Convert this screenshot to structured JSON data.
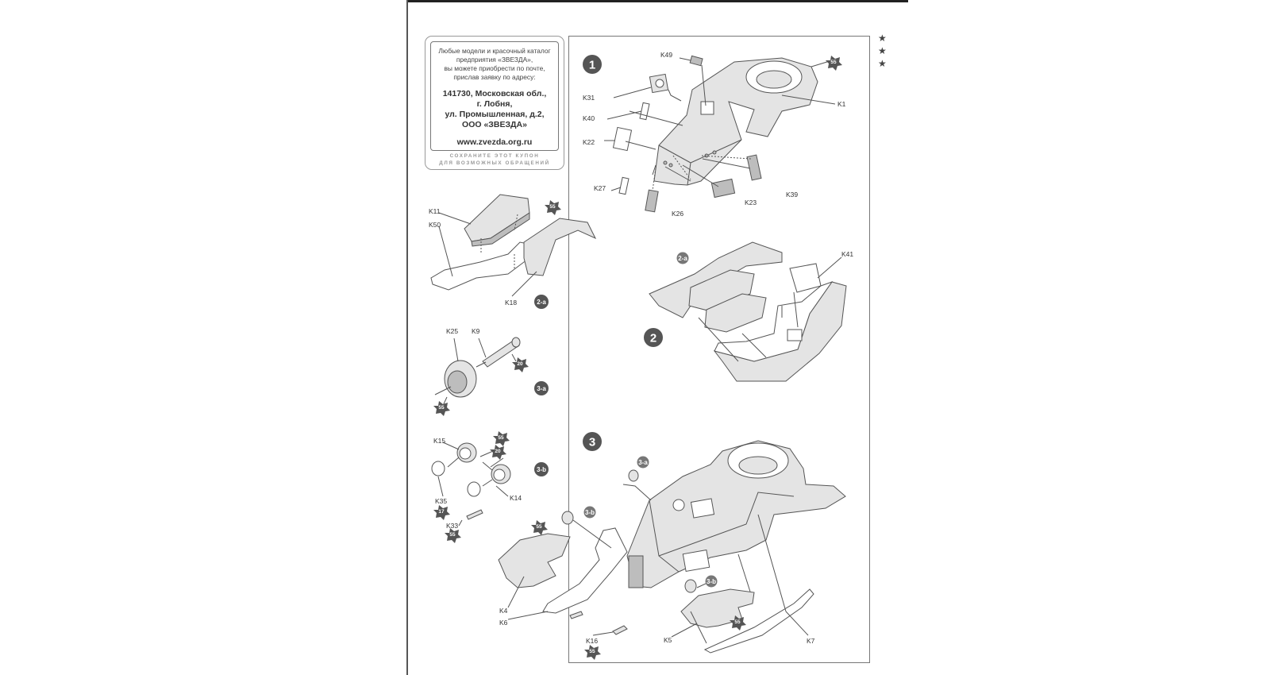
{
  "coupon": {
    "intro": [
      "Любые модели и красочный каталог",
      "предприятия «ЗВЕЗДА»,",
      "вы можете приобрести по почте,",
      "прислав заявку по адресу:"
    ],
    "address": [
      "141730, Московская обл.,",
      "г. Лобня,",
      "ул. Промышленная, д.2,",
      "ООО «ЗВЕЗДА»"
    ],
    "url": "www.zvezda.org.ru",
    "footer": [
      "СОХРАНИТЕ ЭТОТ КУПОН",
      "ДЛЯ ВОЗМОЖНЫХ ОБРАЩЕНИЙ"
    ]
  },
  "margin_stars": [
    "★",
    "★",
    "★"
  ],
  "steps": {
    "s1": "1",
    "s2": "2",
    "s3": "3",
    "s2a": "2-a",
    "s3a": "3-a",
    "s3b": "3-b"
  },
  "part_labels": {
    "k1": "K1",
    "k49": "K49",
    "k31": "K31",
    "k40": "K40",
    "k22": "K22",
    "k27": "K27",
    "k26": "K26",
    "k23": "K23",
    "k39": "K39",
    "k11": "K11",
    "k50": "K50",
    "k18": "K18",
    "k41": "K41",
    "k25": "K25",
    "k9": "K9",
    "k15": "K15",
    "k35": "K35",
    "k14": "K14",
    "k33": "K33",
    "k4": "K4",
    "k6": "K6",
    "k16": "K16",
    "k5": "K5",
    "k7": "K7"
  },
  "color_refs": {
    "c55": "55",
    "c20": "20",
    "c17": "17"
  },
  "colors": {
    "line": "#555555",
    "fill": "#e6e6e6",
    "badge": "#555555"
  }
}
